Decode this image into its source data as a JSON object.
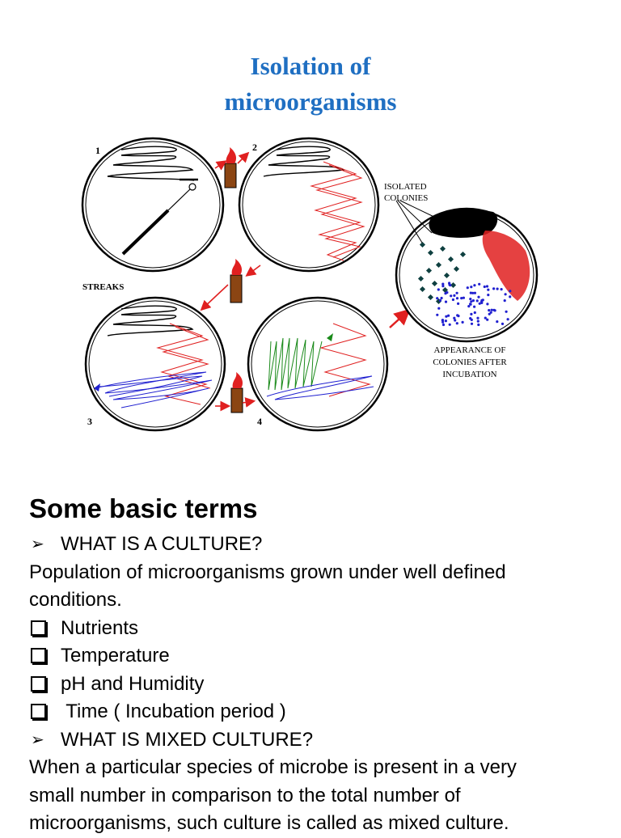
{
  "title": {
    "line1": "Isolation of",
    "line2": "microorganisms"
  },
  "figure": {
    "plate_numbers": [
      "1",
      "2",
      "3",
      "4"
    ],
    "streaks_label": "STREAKS",
    "isolated_label_1": "ISOLATED",
    "isolated_label_2": "COLONIES",
    "caption_1": "APPEARANCE OF",
    "caption_2": "COLONIES AFTER",
    "caption_3": "INCUBATION",
    "colors": {
      "streak_1": "#000000",
      "streak_2": "#e02020",
      "streak_3": "#2020d0",
      "streak_4": "#1a8a1a",
      "colony_dark": "#0f4040",
      "burner": "#8b4513",
      "flame": "#e02020"
    }
  },
  "content": {
    "heading": "Some basic terms",
    "q1": "WHAT IS A CULTURE?",
    "p1_line1": "Population of microorganisms grown under well defined",
    "p1_line2": "conditions.",
    "conditions": [
      "Nutrients",
      "Temperature",
      "pH and Humidity",
      " Time ( Incubation period )"
    ],
    "q2": "WHAT IS MIXED CULTURE?",
    "p2_line1": "When a particular species of microbe is present in a very",
    "p2_line2": "small number in comparison to the total number of",
    "p2_line3": "microorganisms, such culture is called as mixed culture."
  }
}
